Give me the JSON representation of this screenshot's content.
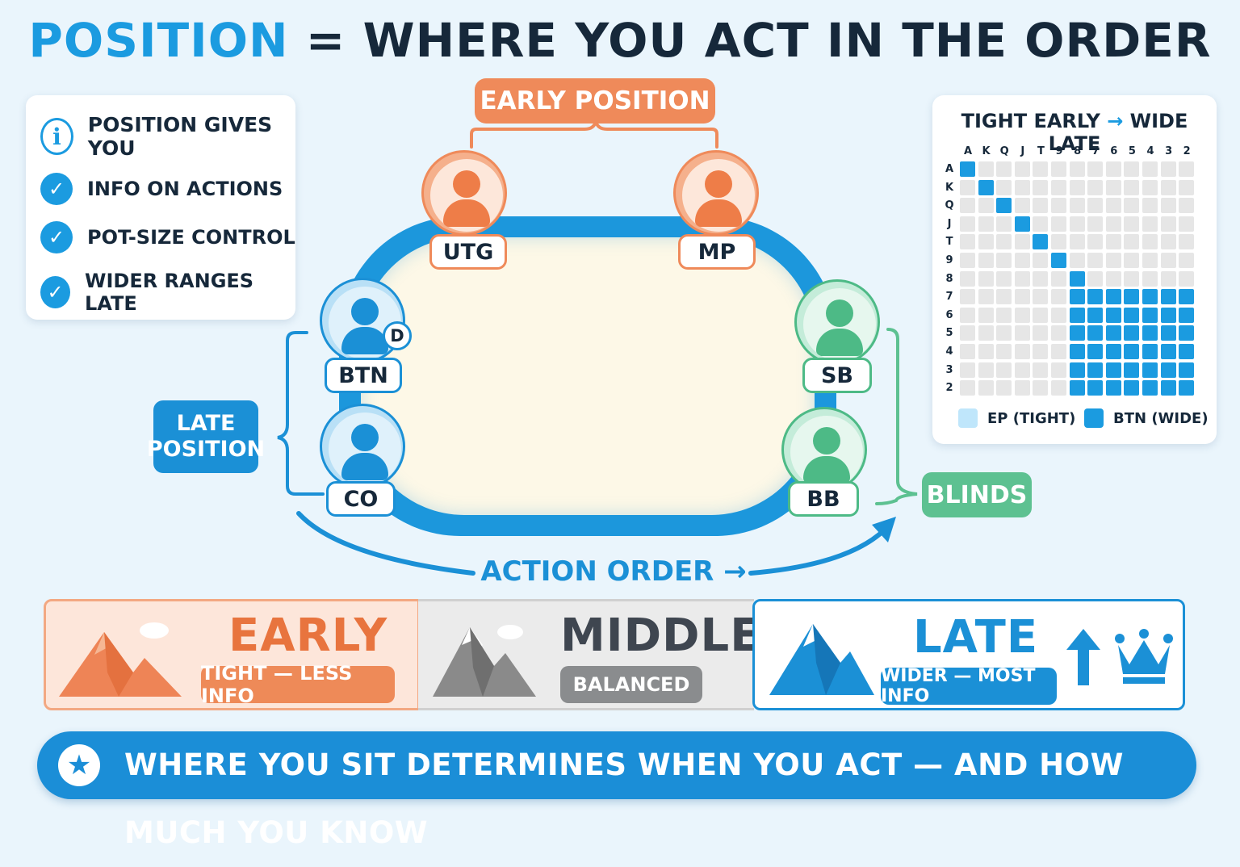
{
  "title": {
    "highlight": "POSITION",
    "rest": "= WHERE YOU ACT IN THE ORDER"
  },
  "info": {
    "heading": "POSITION GIVES YOU",
    "items": [
      "INFO ON ACTIONS",
      "POT-SIZE CONTROL",
      "WIDER RANGES LATE"
    ]
  },
  "table": {
    "early_label": "EARLY POSITION",
    "late_label_line1": "LATE",
    "late_label_line2": "POSITION",
    "blinds_label": "BLINDS",
    "action_order": "ACTION ORDER →",
    "dealer": "D",
    "seats": {
      "utg": "UTG",
      "mp": "MP",
      "btn": "BTN",
      "co": "CO",
      "sb": "SB",
      "bb": "BB"
    }
  },
  "range": {
    "title_left": "TIGHT EARLY",
    "title_arrow": "→",
    "title_right": "WIDE LATE",
    "ranks": [
      "A",
      "K",
      "Q",
      "J",
      "T",
      "9",
      "8",
      "7",
      "6",
      "5",
      "4",
      "3",
      "2"
    ],
    "legend_ep": "EP (TIGHT)",
    "legend_btn": "BTN (WIDE)"
  },
  "categories": {
    "early": {
      "title": "EARLY",
      "pill": "TIGHT — LESS INFO"
    },
    "middle": {
      "title": "MIDDLE",
      "pill": "BALANCED"
    },
    "late": {
      "title": "LATE",
      "pill": "WIDER — MOST INFO"
    }
  },
  "banner": "WHERE YOU SIT DETERMINES WHEN YOU ACT — AND HOW MUCH YOU KNOW",
  "colors": {
    "early": "#ef8a5a",
    "late": "#1b90d6",
    "blinds": "#4dba86",
    "middle": "#777777"
  }
}
